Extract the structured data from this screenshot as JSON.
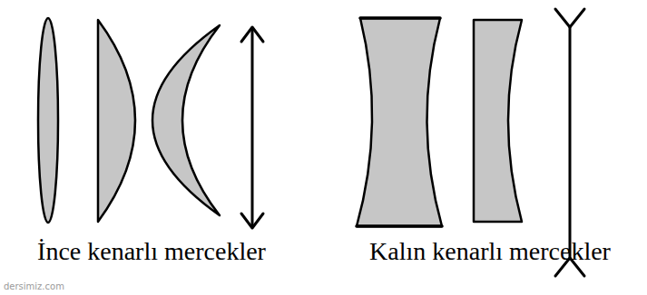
{
  "diagram": {
    "labels": [
      "İnce kenarlı mercekler",
      "Kalın kenarlı mercekler",
      "dersimiz.com"
    ]
  }
}
